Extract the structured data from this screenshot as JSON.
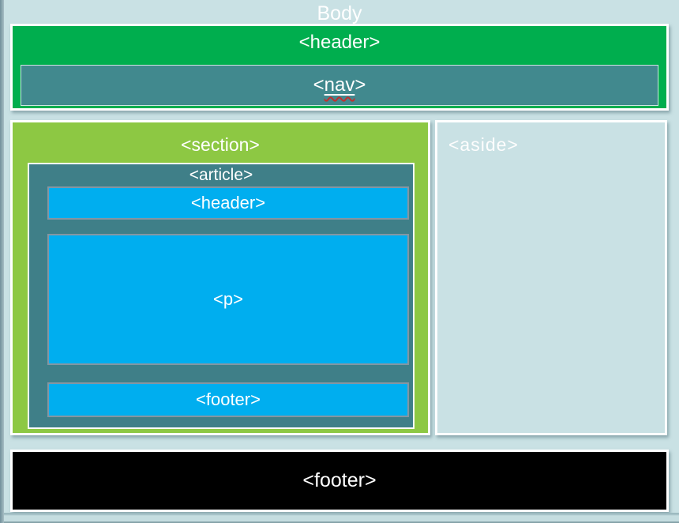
{
  "title": "Body",
  "blocks": {
    "header": {
      "label": "<header>",
      "nav": {
        "prefix": "<",
        "word": "nav",
        "suffix": ">"
      }
    },
    "section": {
      "label": "<section>",
      "article": {
        "label": "<article>",
        "header_label": "<header>",
        "p_label": "<p>",
        "footer_label": "<footer>"
      }
    },
    "aside": {
      "label": "<aside>"
    },
    "footer": {
      "label": "<footer>"
    }
  },
  "palette": {
    "body_background": "#c9e1e4",
    "header_green": "#00ae4e",
    "nav_teal": "#41898e",
    "section_green": "#8dc843",
    "article_teal": "#3f7f88",
    "inner_cyan": "#00aeef",
    "inner_border_gray": "#8496a2",
    "footer_black": "#000000",
    "text_white": "#ffffff",
    "squiggle_red": "#c03030"
  }
}
